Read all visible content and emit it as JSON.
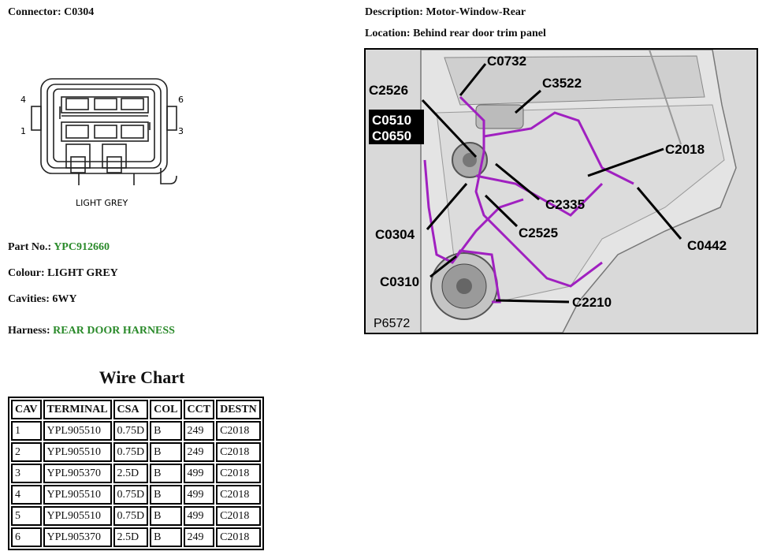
{
  "left": {
    "connector_label": "Connector:",
    "connector_value": "C0304",
    "pin_4": "4",
    "pin_1": "1",
    "pin_6": "6",
    "pin_3": "3",
    "drawing_caption": "LIGHT GREY",
    "part_label": "Part No.:",
    "part_value": "YPC912660",
    "colour_label": "Colour:",
    "colour_value": "LIGHT GREY",
    "cavities_label": "Cavities:",
    "cavities_value": "6WY",
    "harness_label": "Harness:",
    "harness_value": "REAR DOOR HARNESS"
  },
  "right": {
    "description_label": "Description:",
    "description_value": "Motor-Window-Rear",
    "location_label": "Location:",
    "location_value": "Behind rear door trim panel"
  },
  "wire_chart": {
    "title": "Wire Chart",
    "headers": [
      "CAV",
      "TERMINAL",
      "CSA",
      "COL",
      "CCT",
      "DESTN"
    ],
    "rows": [
      [
        "1",
        "YPL905510",
        "0.75D",
        "B",
        "249",
        "C2018"
      ],
      [
        "2",
        "YPL905510",
        "0.75D",
        "B",
        "249",
        "C2018"
      ],
      [
        "3",
        "YPL905370",
        "2.5D",
        "B",
        "499",
        "C2018"
      ],
      [
        "4",
        "YPL905510",
        "0.75D",
        "B",
        "499",
        "C2018"
      ],
      [
        "5",
        "YPL905510",
        "0.75D",
        "B",
        "499",
        "C2018"
      ],
      [
        "6",
        "YPL905370",
        "2.5D",
        "B",
        "249",
        "C2018"
      ]
    ]
  },
  "illustration": {
    "callouts": {
      "c0732": "C0732",
      "c2526": "C2526",
      "c3522": "C3522",
      "c0510": "C0510",
      "c0650": "C0650",
      "c2018": "C2018",
      "c2335": "C2335",
      "c0304": "C0304",
      "c2525": "C2525",
      "c0442": "C0442",
      "c0310": "C0310",
      "c2210": "C2210"
    },
    "figure_id": "P6572",
    "harness_color": "#a020c0"
  }
}
